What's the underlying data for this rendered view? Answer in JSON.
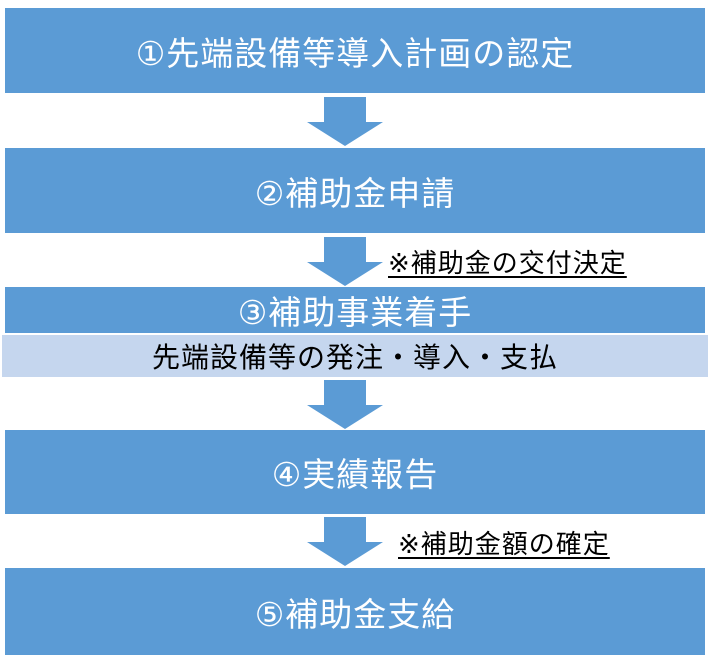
{
  "colors": {
    "band_blue": "#5b9bd5",
    "light_blue": "#c5d6ee",
    "band_text": "#ffffff",
    "note_text": "#000000"
  },
  "steps": [
    {
      "label": "①先端設備等導入計画の認定"
    },
    {
      "label": "②補助金申請"
    },
    {
      "label": "③補助事業着手",
      "sublabel": "先端設備等の発注・導入・支払"
    },
    {
      "label": "④実績報告"
    },
    {
      "label": "⑤補助金支給"
    }
  ],
  "annotations": [
    {
      "text": "※補助金の交付決定"
    },
    {
      "text": "※補助金額の確定"
    }
  ]
}
